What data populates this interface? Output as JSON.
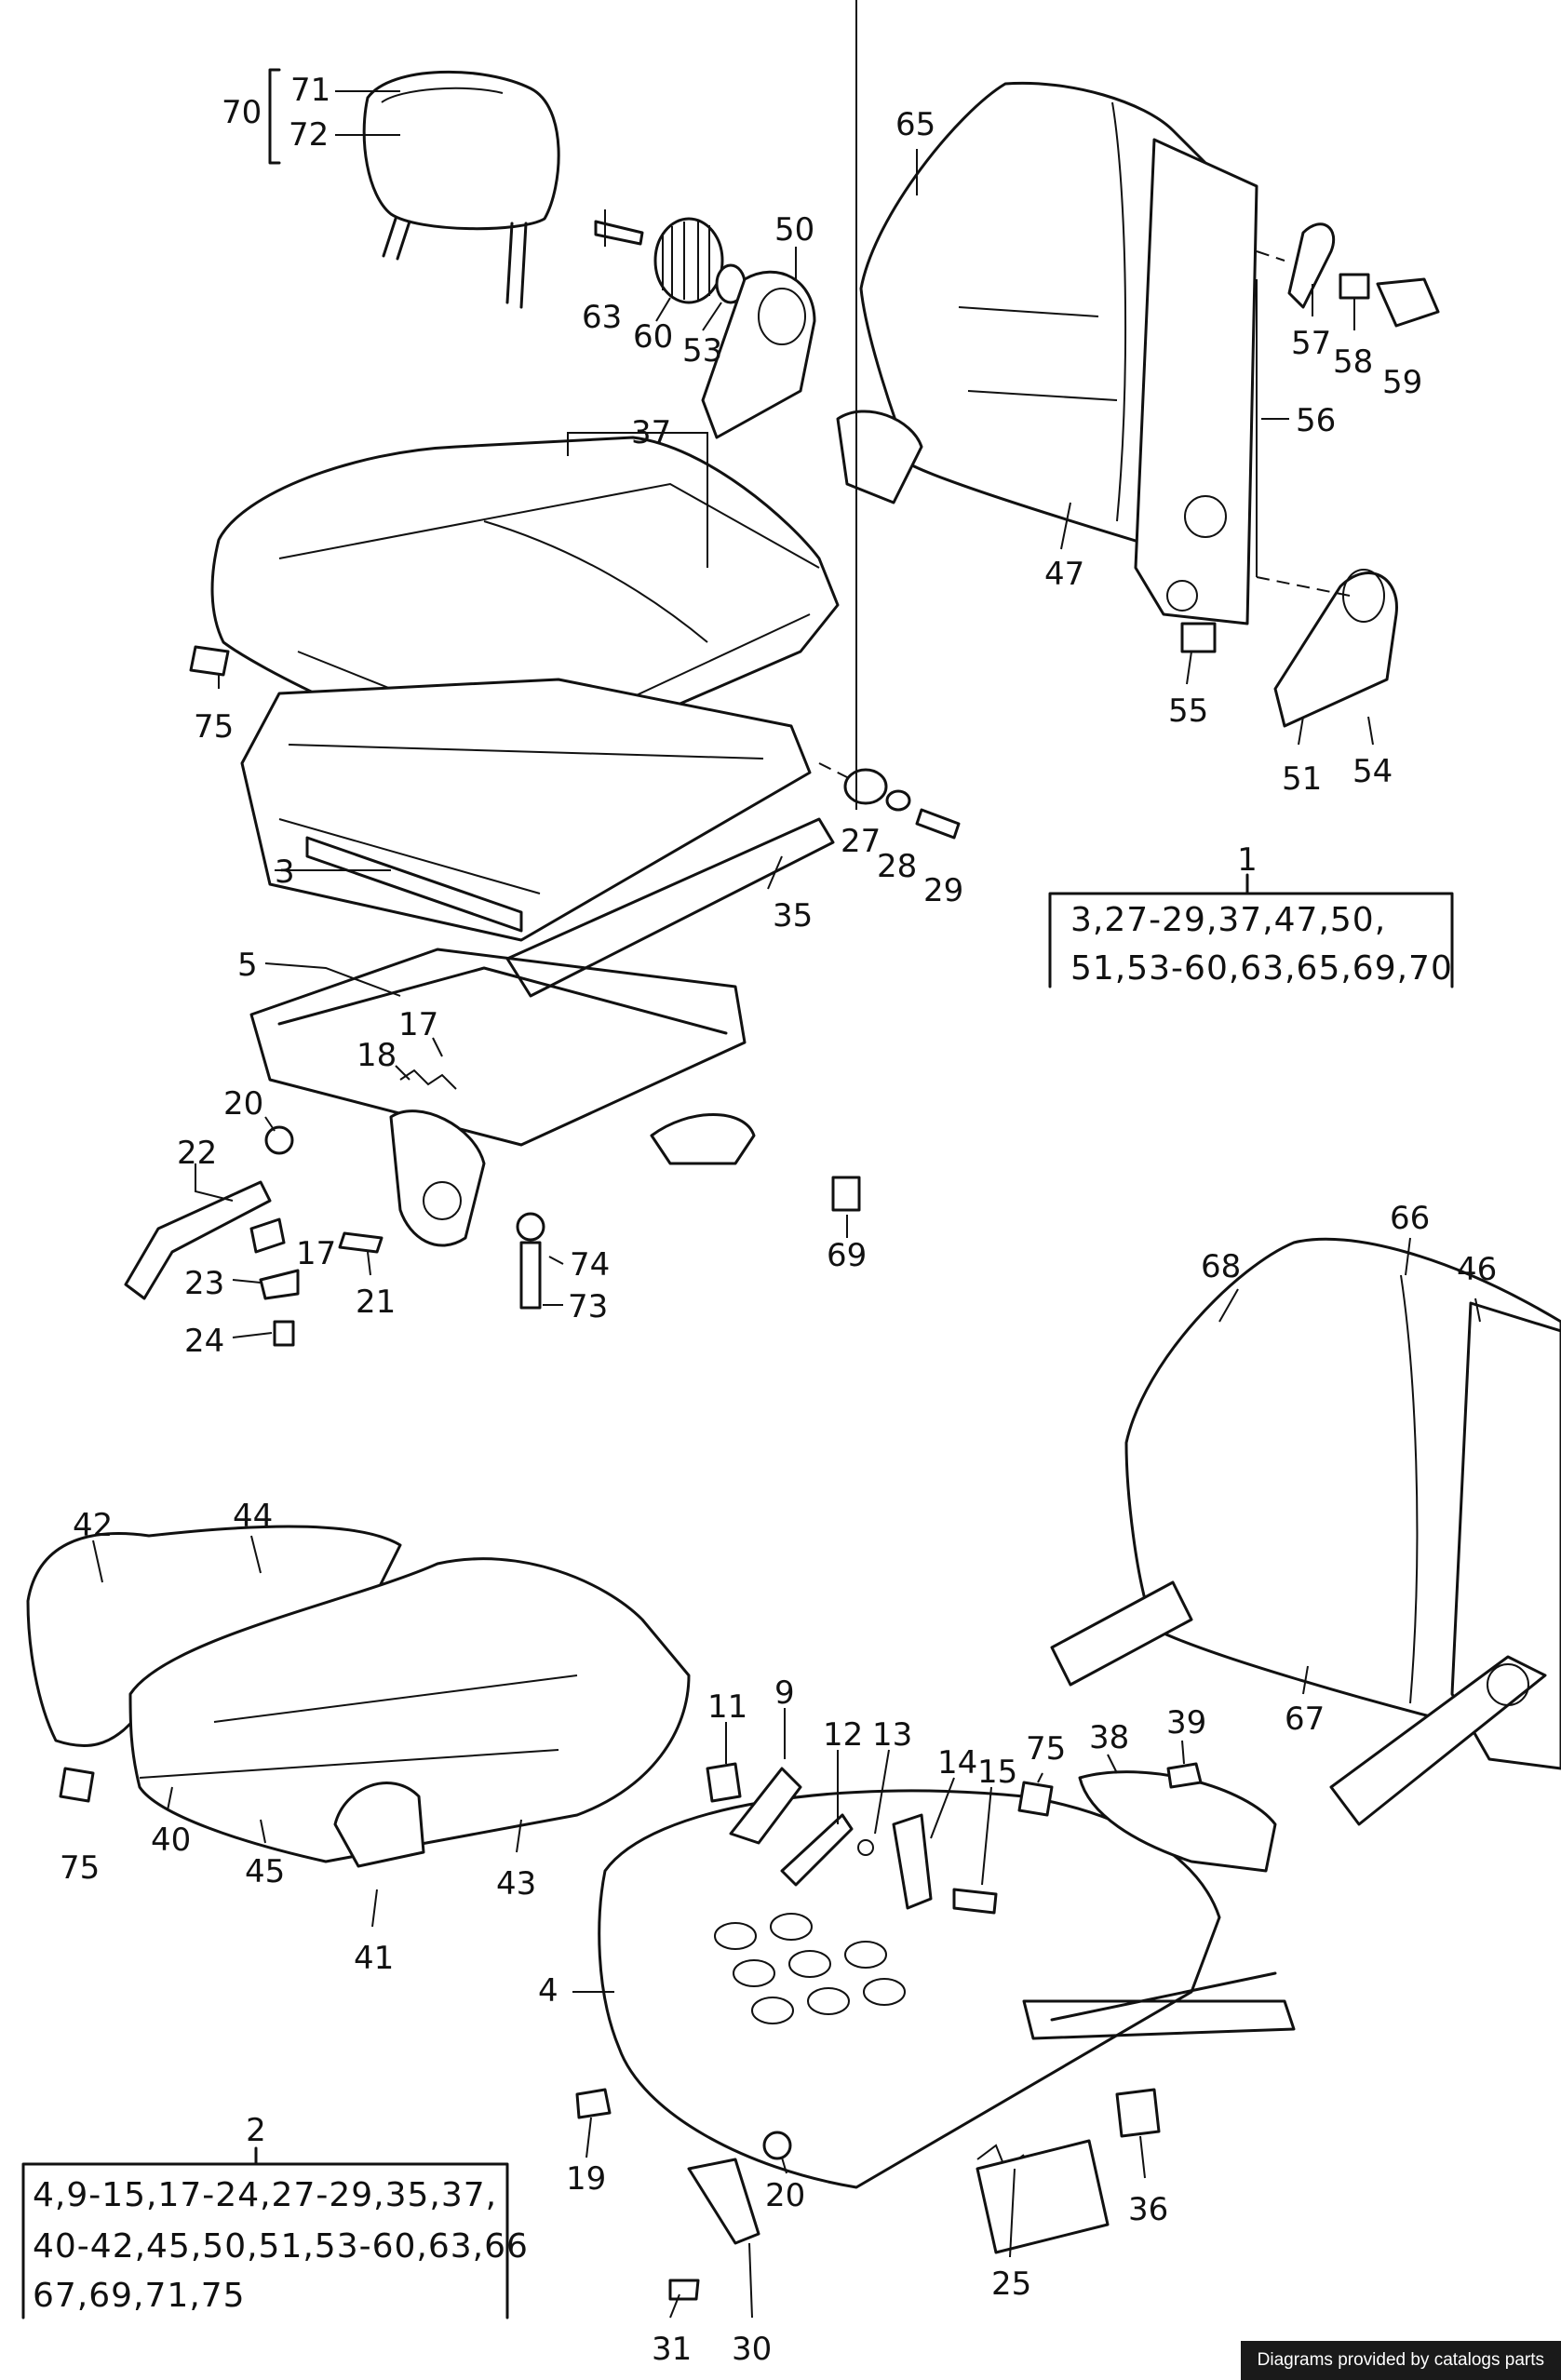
{
  "callouts": [
    "70",
    "71",
    "72",
    "63",
    "60",
    "53",
    "50",
    "65",
    "57",
    "58",
    "59",
    "56",
    "47",
    "55",
    "51",
    "54",
    "37",
    "75",
    "3",
    "27",
    "28",
    "29",
    "35",
    "5",
    "17",
    "18",
    "20",
    "22",
    "23",
    "21",
    "74",
    "73",
    "24",
    "69",
    "1",
    "68",
    "66",
    "46",
    "67",
    "42",
    "44",
    "40",
    "45",
    "41",
    "43",
    "11",
    "9",
    "12",
    "13",
    "14",
    "15",
    "38",
    "39",
    "4",
    "19",
    "31",
    "30",
    "25",
    "36",
    "2"
  ],
  "kit_box_1": {
    "number": "1",
    "line1": "3,27-29,37,47,50,",
    "line2": "51,53-60,63,65,69,70"
  },
  "kit_box_2": {
    "number": "2",
    "line1": "4,9-15,17-24,27-29,35,37,",
    "line2": "40-42,45,50,51,53-60,63,66",
    "line3": "67,69,71,75"
  },
  "footer": "Diagrams provided by catalogs parts"
}
